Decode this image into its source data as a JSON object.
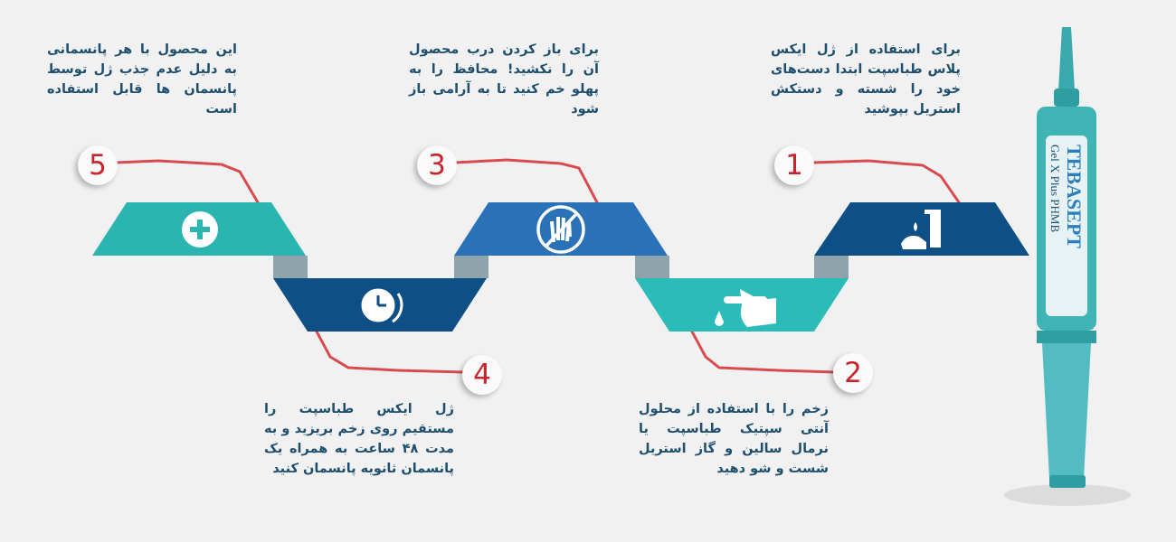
{
  "steps": [
    {
      "number": "1",
      "text": "برای استفاده از ژل ایکس پلاس طباسپت ابتدا دست‌های خود را شسته و دستکش استریل بپوشید",
      "icon": "hand-wash-icon",
      "color": "#0e4f86"
    },
    {
      "number": "2",
      "text": "زخم را با استفاده از محلول آنتی سپتیک طباسپت یا نرمال سالین و گاز استریل شست و شو دهید",
      "icon": "finger-drop-icon",
      "color": "#2bbcba"
    },
    {
      "number": "3",
      "text": "برای باز کردن درب محصول آن را نکشید! محافظ را به پهلو خم کنید تا به آرامی باز شود",
      "icon": "no-pull-hand-icon",
      "color": "#2a72b8"
    },
    {
      "number": "4",
      "text": "ژل ایکس طباسپت را مستقیم روی زخم بریزید و به مدت ۴۸ ساعت به همراه یک پانسمان ثانویه پانسمان کنید",
      "icon": "clock-icon",
      "color": "#0e4f86"
    },
    {
      "number": "5",
      "text": "این محصول با هر پانسمانی به دلیل عدم جذب ژل توسط پانسمان ها قابل استفاده است",
      "icon": "plus-cross-icon",
      "color": "#2bb5b0"
    }
  ],
  "product": {
    "brand": "TEBASEPT",
    "name": "Gel X Plus PHMB"
  },
  "colors": {
    "line": "#d94a4f",
    "connector": "#8fa3ad",
    "text": "#1e4f6e"
  }
}
